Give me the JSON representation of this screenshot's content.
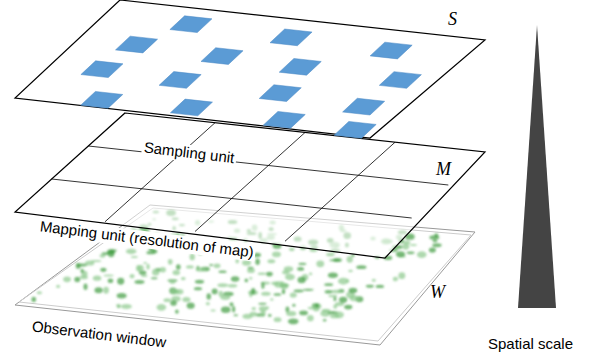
{
  "diagram": {
    "labels": [
      "S",
      "Sampling unit",
      "M",
      "Mapping unit (resolution of map)",
      "W",
      "Observation window",
      "Spatial scale"
    ]
  }
}
